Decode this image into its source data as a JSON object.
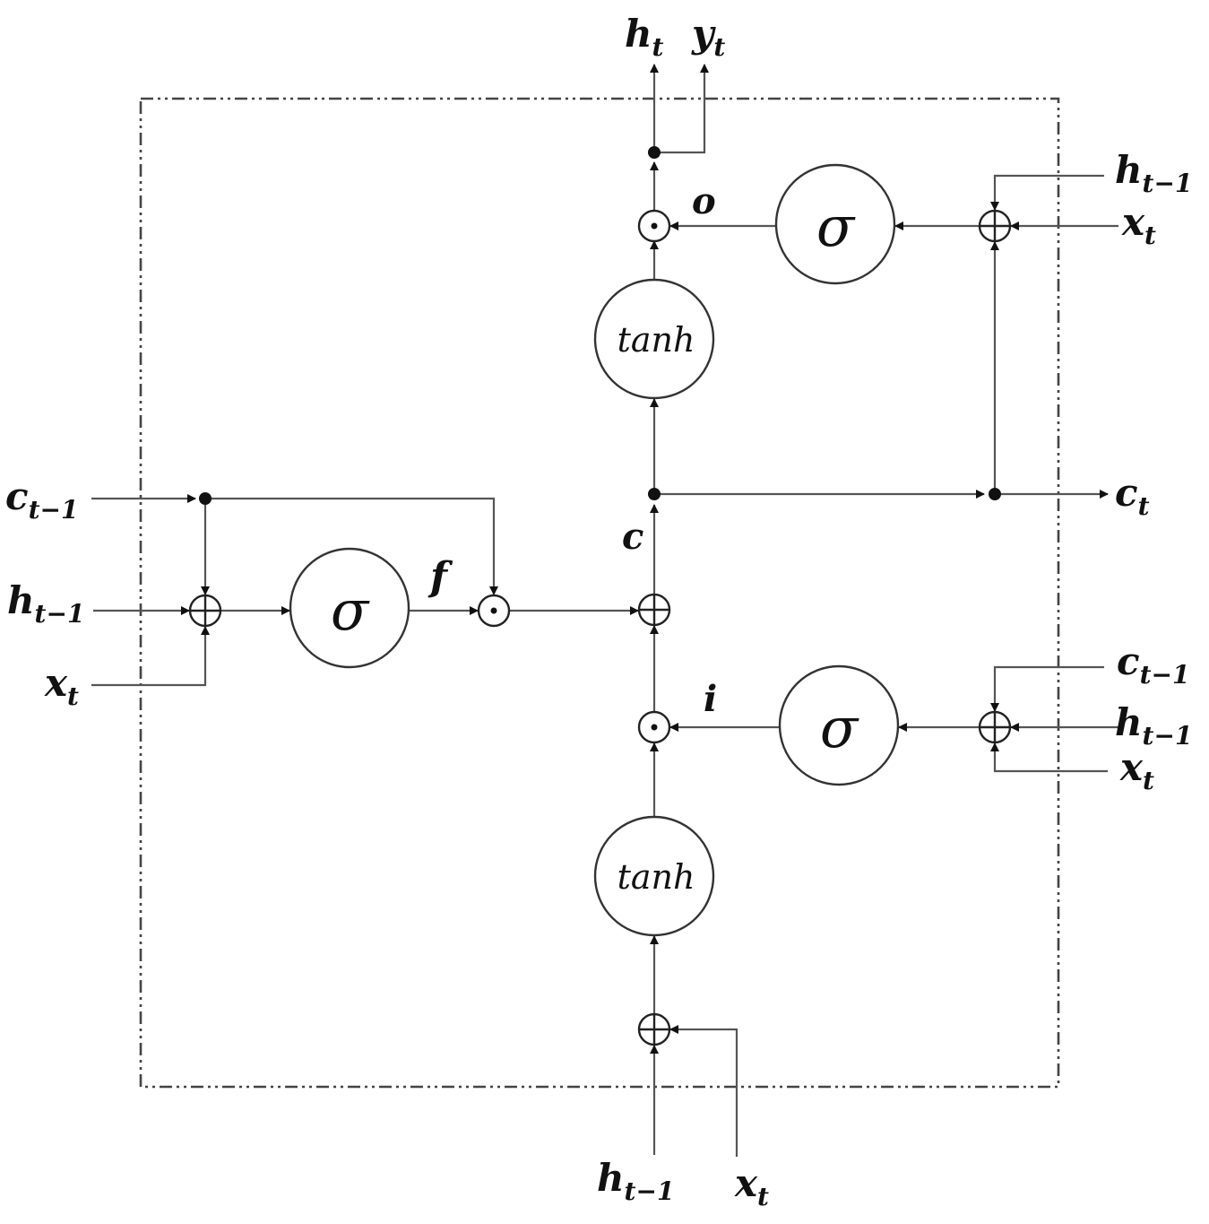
{
  "gates": {
    "sigma": "σ",
    "tanh": "tanh"
  },
  "labels": {
    "h_t": "h",
    "h_t_sub": "t",
    "y_t": "y",
    "y_t_sub": "t",
    "o": "o",
    "f": "f",
    "i": "i",
    "c": "c",
    "c_t": "c",
    "c_t_sub": "t",
    "c_prev": "c",
    "c_prev_sub": "t−1",
    "h_prev": "h",
    "h_prev_sub": "t−1",
    "x_t": "x",
    "x_t_sub": "t"
  }
}
